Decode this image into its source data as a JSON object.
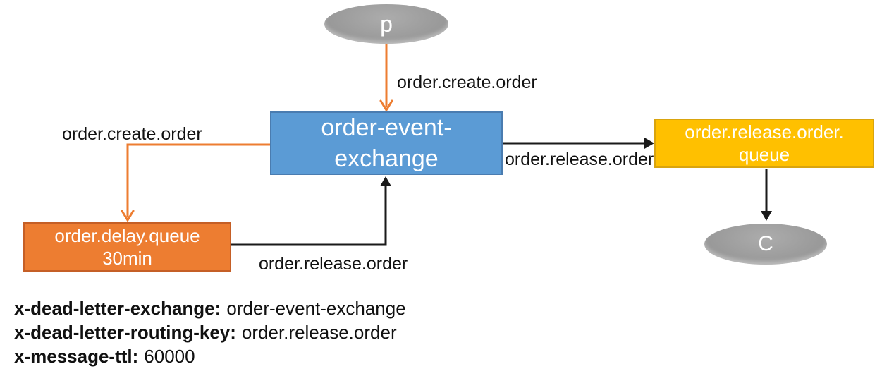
{
  "diagram": {
    "producer": {
      "label": "p"
    },
    "consumer": {
      "label": "C"
    },
    "exchange": {
      "line1": "order-event-",
      "line2": "exchange"
    },
    "delay_queue": {
      "line1": "order.delay.queue",
      "line2": "30min"
    },
    "release_queue": {
      "line1": "order.release.order.",
      "line2": "queue"
    },
    "edge_labels": {
      "producer_to_exchange": "order.create.order",
      "exchange_to_delay": "order.create.order",
      "delay_to_exchange": "order.release.order",
      "exchange_to_release": "order.release.order"
    },
    "colors": {
      "exchange_fill": "#5B9BD5",
      "delay_fill": "#ED7D31",
      "release_fill": "#FFC000",
      "node_gray": "#9C9C9C",
      "arrow_orange": "#ED7D31",
      "arrow_black": "#1A1A1A"
    }
  },
  "annotations": {
    "lines": [
      {
        "key": "x-dead-letter-exchange:",
        "value": "order-event-exchange"
      },
      {
        "key": "x-dead-letter-routing-key:",
        "value": "order.release.order"
      },
      {
        "key": "x-message-ttl:",
        "value": "60000"
      }
    ]
  }
}
